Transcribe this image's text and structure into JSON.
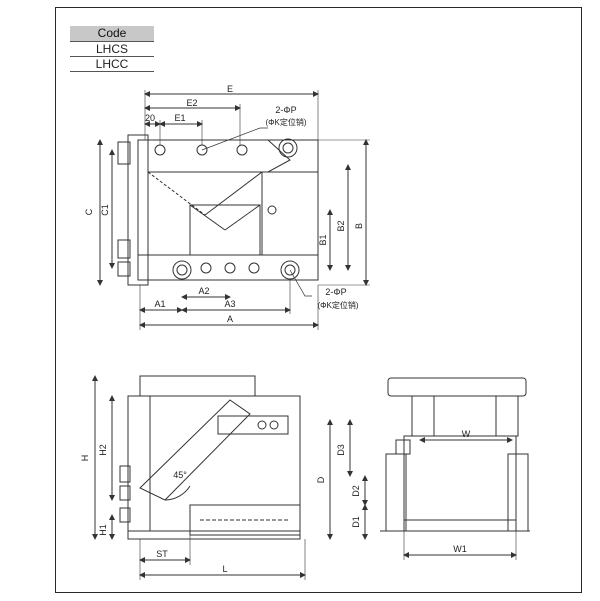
{
  "code_table": {
    "header": "Code",
    "rows": [
      "LHCS",
      "LHCC"
    ]
  },
  "top_view": {
    "dim_E": "E",
    "dim_E2": "E2",
    "dim_20": "20",
    "dim_E1": "E1",
    "pin_note_top_1": "2-ΦP",
    "pin_note_top_2": "(ΦK定位销)",
    "dim_C": "C",
    "dim_C1": "C1",
    "dim_B1": "B1",
    "dim_B2": "B2",
    "dim_B": "B",
    "dim_A2": "A2",
    "dim_A1": "A1",
    "dim_A3": "A3",
    "dim_A": "A",
    "pin_note_bottom_1": "2-ΦP",
    "pin_note_bottom_2": "(ΦK定位销)"
  },
  "front_view": {
    "dim_H": "H",
    "dim_H2": "H2",
    "dim_H1": "H1",
    "angle": "45°",
    "dim_ST": "ST",
    "dim_L": "L"
  },
  "side_view": {
    "dim_W": "W",
    "dim_D": "D",
    "dim_D3": "D3",
    "dim_D2": "D2",
    "dim_D1": "D1",
    "dim_W1": "W1"
  }
}
